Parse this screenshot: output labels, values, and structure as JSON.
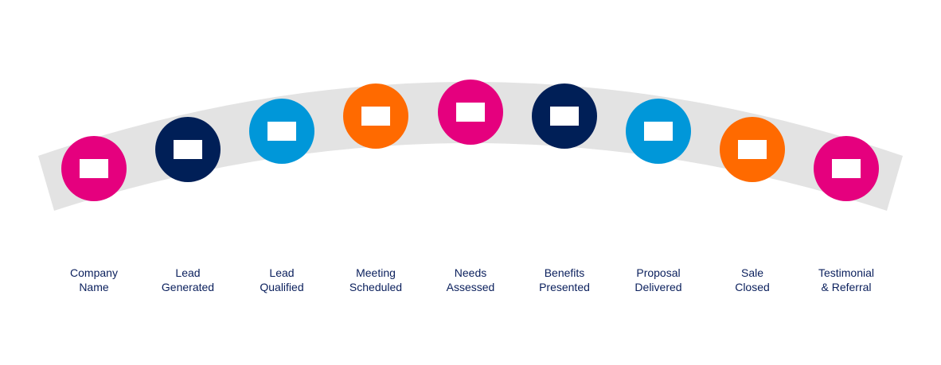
{
  "diagram": {
    "colors": {
      "arc_band": "#e3e3e3",
      "icon_placeholder": "#ffffff",
      "label_text": "#0a1f5c"
    },
    "stages": [
      {
        "lines": [
          "Company",
          "Name"
        ],
        "color": "#e5007e"
      },
      {
        "lines": [
          "Lead",
          "Generated"
        ],
        "color": "#001f57"
      },
      {
        "lines": [
          "Lead",
          "Qualified"
        ],
        "color": "#0097d9"
      },
      {
        "lines": [
          "Meeting",
          "Scheduled"
        ],
        "color": "#ff6a00"
      },
      {
        "lines": [
          "Needs",
          "Assessed"
        ],
        "color": "#e5007e"
      },
      {
        "lines": [
          "Benefits",
          "Presented"
        ],
        "color": "#001f57"
      },
      {
        "lines": [
          "Proposal",
          "Delivered"
        ],
        "color": "#0097d9"
      },
      {
        "lines": [
          "Sale",
          "Closed"
        ],
        "color": "#ff6a00"
      },
      {
        "lines": [
          "Testimonial",
          "& Referral"
        ],
        "color": "#e5007e"
      }
    ]
  }
}
